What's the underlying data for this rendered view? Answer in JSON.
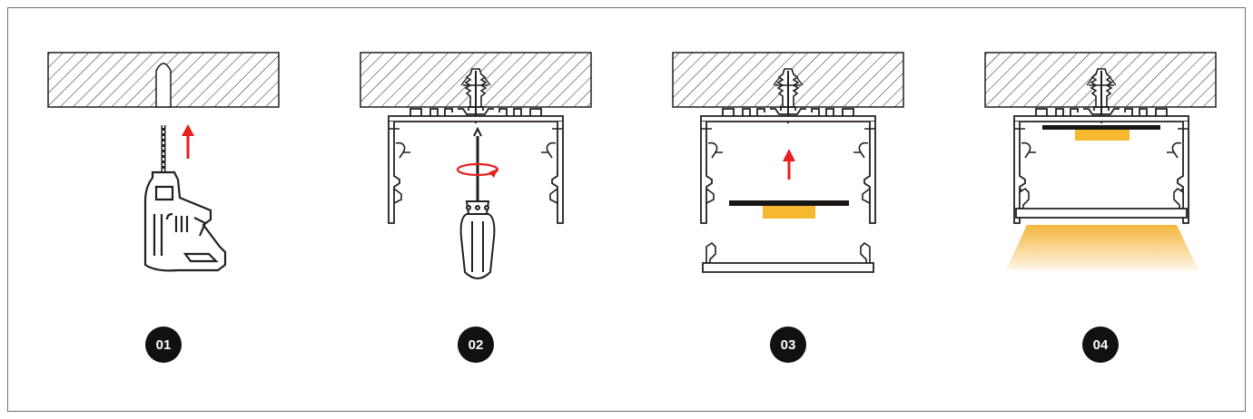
{
  "colors": {
    "outline": "#231f20",
    "hatch": "#231f20",
    "arrow": "#e61f1f",
    "led_strip": "#1a1616",
    "led_chip": "#f5b82e",
    "light_glow": "#f4b53d",
    "badge": "#111111"
  },
  "steps": [
    {
      "number": "01",
      "icon": "drill-icon"
    },
    {
      "number": "02",
      "icon": "screwdriver-icon"
    },
    {
      "number": "03",
      "icon": "led-strip-insert-icon"
    },
    {
      "number": "04",
      "icon": "light-output-icon"
    }
  ]
}
